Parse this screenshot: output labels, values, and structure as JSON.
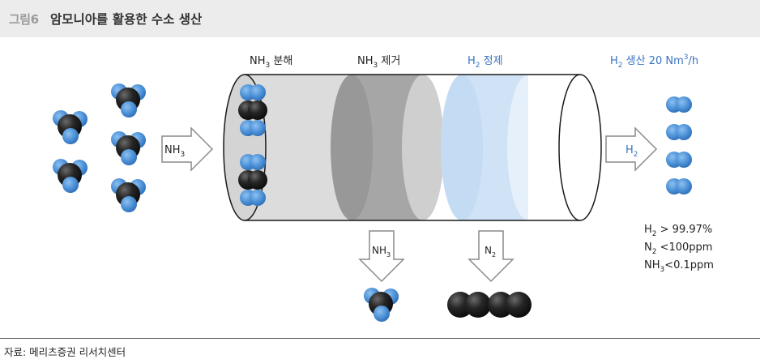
{
  "header": {
    "figure_number": "그림6",
    "title": "암모니아를 활용한 수소 생산"
  },
  "stages": {
    "decomposition": {
      "formula": "NH",
      "sub": "3",
      "label": " 분해"
    },
    "nh3_removal": {
      "formula": "NH",
      "sub": "3",
      "label": " 제거"
    },
    "h2_purify": {
      "formula": "H",
      "sub": "2",
      "label": " 정제"
    },
    "h2_output": {
      "formula": "H",
      "sub": "2",
      "label": " 생산 20 Nm",
      "sup": "3",
      "unit": "/h"
    }
  },
  "arrows": {
    "input": {
      "formula": "NH",
      "sub": "3"
    },
    "output": {
      "formula": "H",
      "sub": "2"
    },
    "nh3_out": {
      "formula": "NH",
      "sub": "3"
    },
    "n2_out": {
      "formula": "N",
      "sub": "2"
    }
  },
  "specs": [
    {
      "formula": "H",
      "sub": "2",
      "value": " > 99.97%"
    },
    {
      "formula": "N",
      "sub": "2",
      "value": " <100ppm"
    },
    {
      "formula": "NH",
      "sub": "3",
      "value": "<0.1ppm"
    }
  ],
  "colors": {
    "h_atom": "#4a8fd6",
    "n_atom": "#1a1a1a",
    "blue_text": "#3a74c2",
    "grey_section": "#a0a0a0",
    "blue_section": "#cfe2f6"
  },
  "footer": {
    "source": "자료: 메리츠증권 리서치센터"
  }
}
